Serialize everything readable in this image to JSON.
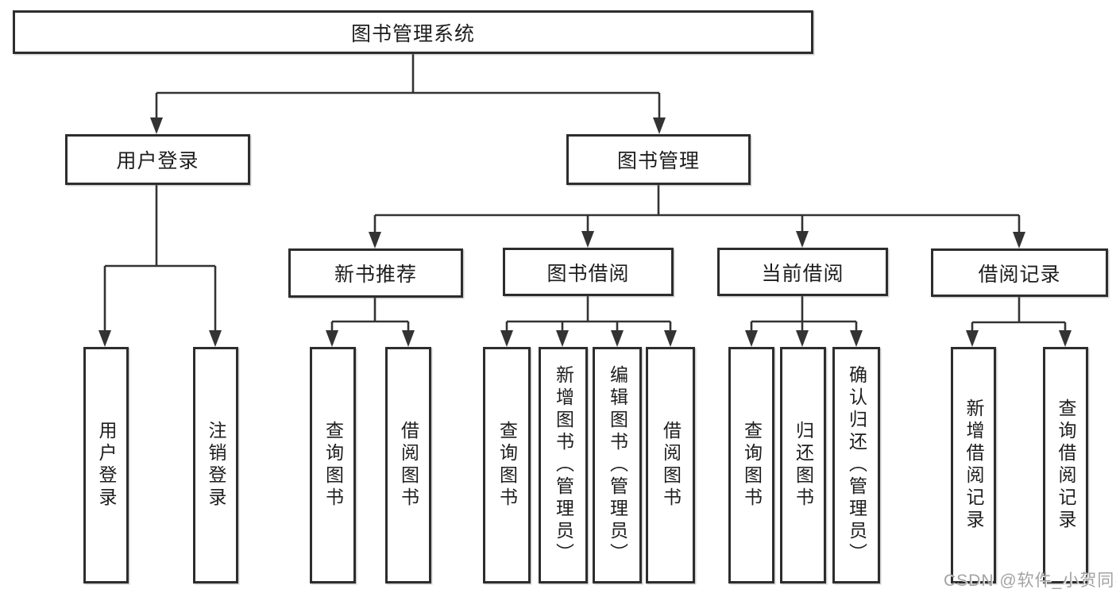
{
  "nodes": {
    "root": "图书管理系统",
    "user_login": "用户登录",
    "book_mgmt": "图书管理",
    "new_book_rec": "新书推荐",
    "book_borrow": "图书借阅",
    "current_borrow": "当前借阅",
    "borrow_records": "借阅记录",
    "leaf_user_login": "用户登录",
    "leaf_logout": "注销登录",
    "rec_query_books": "查询图书",
    "rec_borrow_books": "借阅图书",
    "bor_query_books": "查询图书",
    "bor_add_books": "新增图书（管理员）",
    "bor_edit_books": "编辑图书（管理员）",
    "bor_borrow_books": "借阅图书",
    "cur_query_books": "查询图书",
    "cur_return_books": "归还图书",
    "cur_confirm_return": "确认归还（管理员）",
    "log_add_record": "新增借阅记录",
    "log_query_record": "查询借阅记录"
  },
  "watermark": "CSDN @软件_小贺同学",
  "colors": {
    "line": "#333333",
    "box_border": "#2d2d2d",
    "text": "#1d1d1d",
    "watermark": "#a3a3a3",
    "background": "#ffffff"
  }
}
